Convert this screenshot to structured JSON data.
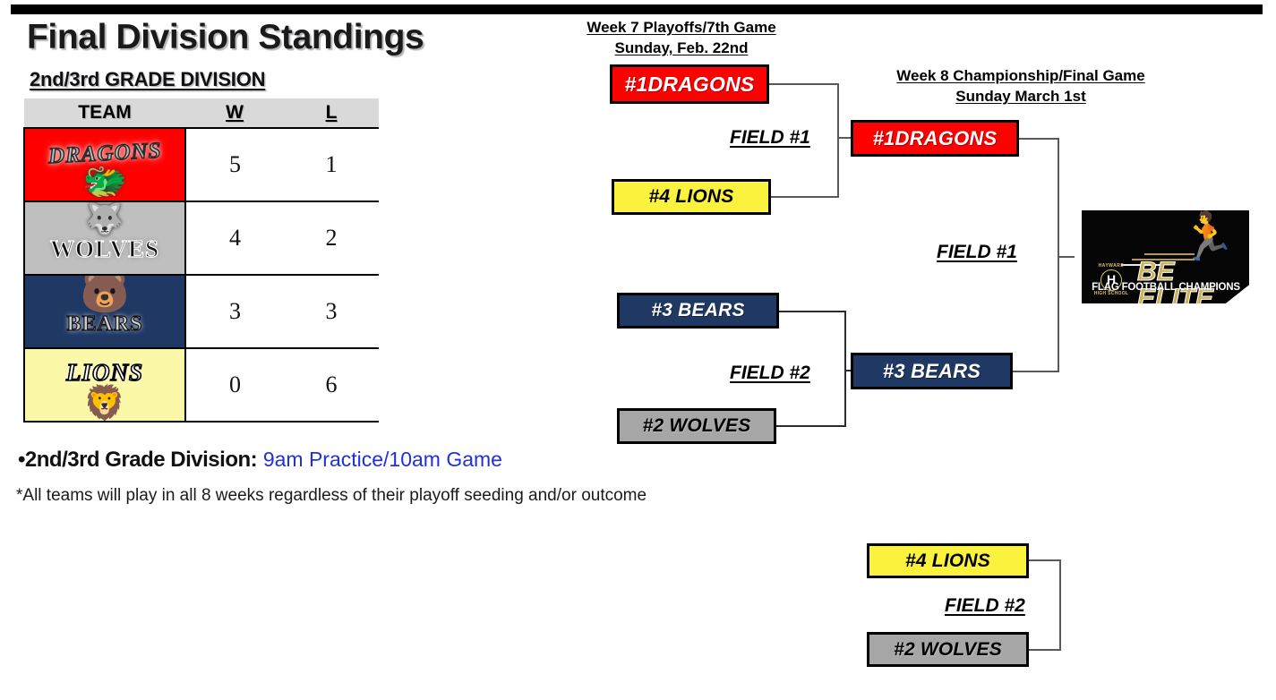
{
  "page": {
    "title": "Final Division Standings",
    "division_heading": "2nd/3rd GRADE DIVISION"
  },
  "standings": {
    "columns": [
      "TEAM",
      "W",
      "L"
    ],
    "rows": [
      {
        "team": "DRAGONS",
        "logo_wordmark": "DRAGONS",
        "w": "5",
        "l": "1",
        "color": "#FE0000"
      },
      {
        "team": "WOLVES",
        "logo_wordmark": "WOLVES",
        "w": "4",
        "l": "2",
        "color": "#BFBFBF"
      },
      {
        "team": "BEARS",
        "logo_wordmark": "BEARS",
        "w": "3",
        "l": "3",
        "color": "#1F3864"
      },
      {
        "team": "LIONS",
        "logo_wordmark": "LIONS",
        "w": "0",
        "l": "6",
        "color": "#FBF8A8"
      }
    ]
  },
  "notes": {
    "division_label": "•2nd/3rd Grade Division:",
    "division_times": "9am Practice/10am Game",
    "footnote": "*All teams will play in all 8 weeks regardless of their playoff seeding and/or outcome"
  },
  "bracket": {
    "round1": {
      "header_line1": "Week 7 Playoffs/7th Game",
      "header_line2": "Sunday, Feb. 22nd",
      "semifinal_a": {
        "top": "#1DRAGONS",
        "bottom": "#4 LIONS",
        "field": "FIELD #1"
      },
      "semifinal_b": {
        "top": "#3 BEARS",
        "bottom": "#2 WOLVES",
        "field": "FIELD #2"
      }
    },
    "round2": {
      "header_line1": "Week 8 Championship/Final Game",
      "header_line2": "Sunday March 1st",
      "winner_a": "#1DRAGONS",
      "winner_b": "#3 BEARS",
      "field": "FIELD #1"
    },
    "consolation": {
      "top": "#4 LIONS",
      "bottom": "#2 WOLVES",
      "field": "FIELD #2"
    }
  },
  "champion_logo": {
    "school_top": "HAYWARD",
    "school_mark": "H",
    "school_bottom": "HIGH SCHOOL",
    "title": "BE ELITE",
    "subtitle": "FLAG FOOTBALL CHAMPIONS"
  }
}
